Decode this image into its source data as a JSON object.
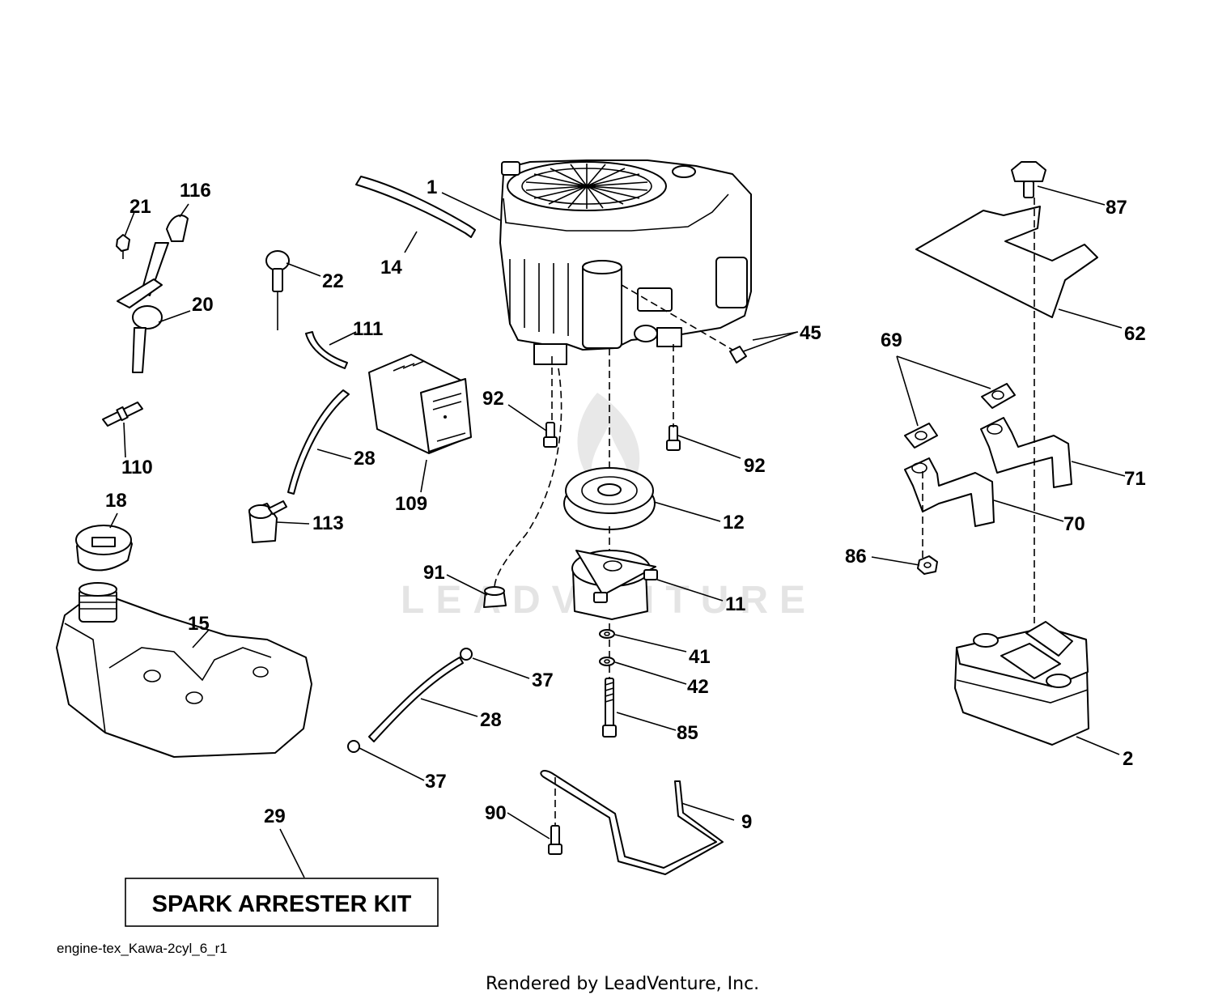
{
  "watermark_text": "LEADVENTURE",
  "diagram_id": "engine-tex_Kawa-2cyl_6_r1",
  "kit_label": "SPARK ARRESTER KIT",
  "footer_credit": "Rendered by LeadVenture, Inc.",
  "callouts": [
    {
      "id": "c1",
      "label": "1"
    },
    {
      "id": "c116",
      "label": "116"
    },
    {
      "id": "c21",
      "label": "21"
    },
    {
      "id": "c22",
      "label": "22"
    },
    {
      "id": "c14",
      "label": "14"
    },
    {
      "id": "c20",
      "label": "20"
    },
    {
      "id": "c111",
      "label": "111"
    },
    {
      "id": "c110",
      "label": "110"
    },
    {
      "id": "c28a",
      "label": "28"
    },
    {
      "id": "c109",
      "label": "109"
    },
    {
      "id": "c113",
      "label": "113"
    },
    {
      "id": "c18",
      "label": "18"
    },
    {
      "id": "c15",
      "label": "15"
    },
    {
      "id": "c92a",
      "label": "92"
    },
    {
      "id": "c92b",
      "label": "92"
    },
    {
      "id": "c45",
      "label": "45"
    },
    {
      "id": "c12",
      "label": "12"
    },
    {
      "id": "c91",
      "label": "91"
    },
    {
      "id": "c11",
      "label": "11"
    },
    {
      "id": "c41",
      "label": "41"
    },
    {
      "id": "c42",
      "label": "42"
    },
    {
      "id": "c37a",
      "label": "37"
    },
    {
      "id": "c28b",
      "label": "28"
    },
    {
      "id": "c85",
      "label": "85"
    },
    {
      "id": "c37b",
      "label": "37"
    },
    {
      "id": "c90",
      "label": "90"
    },
    {
      "id": "c9",
      "label": "9"
    },
    {
      "id": "c29",
      "label": "29"
    },
    {
      "id": "c87",
      "label": "87"
    },
    {
      "id": "c62",
      "label": "62"
    },
    {
      "id": "c69",
      "label": "69"
    },
    {
      "id": "c71",
      "label": "71"
    },
    {
      "id": "c70",
      "label": "70"
    },
    {
      "id": "c86",
      "label": "86"
    },
    {
      "id": "c2",
      "label": "2"
    }
  ]
}
